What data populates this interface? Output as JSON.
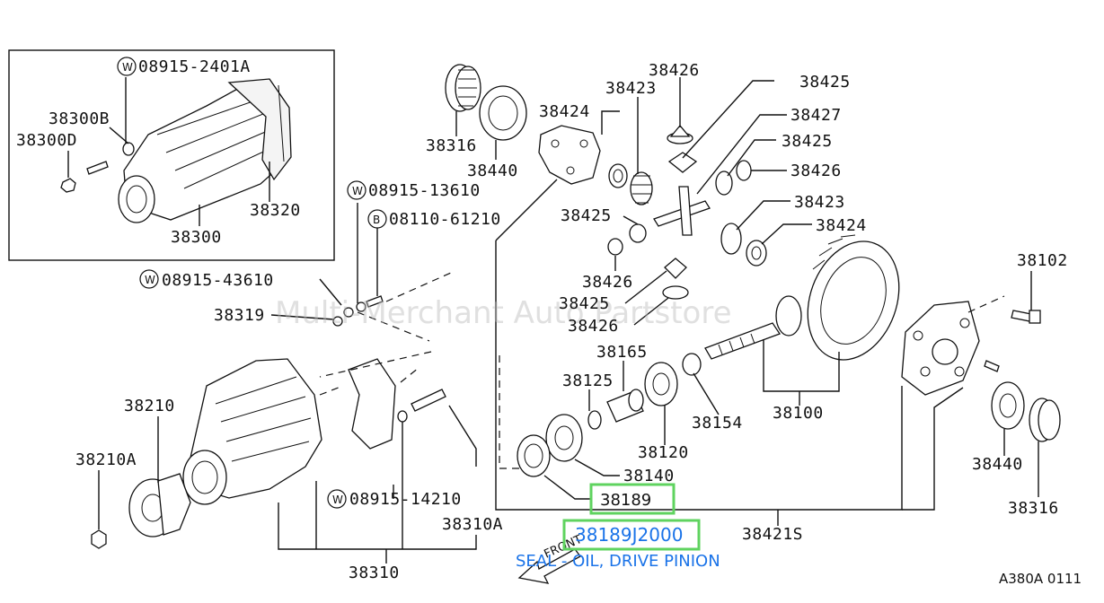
{
  "labels": {
    "p_38300B": "38300B",
    "p_38300D": "38300D",
    "p_08915_2401A": "08915-2401A",
    "p_38320": "38320",
    "p_38300": "38300",
    "p_38316_top": "38316",
    "p_38440_top": "38440",
    "p_38424_a": "38424",
    "p_38423_a": "38423",
    "p_38426_a": "38426",
    "p_38425_a": "38425",
    "p_38427": "38427",
    "p_38425_b": "38425",
    "p_38426_b": "38426",
    "p_38423_b": "38423",
    "p_38424_b": "38424",
    "p_38425_c": "38425",
    "p_38426_c": "38426",
    "p_38425_d": "38425",
    "p_38426_d": "38426",
    "p_08915_13610": "08915-13610",
    "p_08110_61210": "08110-61210",
    "p_08915_43610": "08915-43610",
    "p_38319": "38319",
    "p_38102": "38102",
    "p_38165": "38165",
    "p_38125": "38125",
    "p_38154": "38154",
    "p_38100": "38100",
    "p_38120": "38120",
    "p_38140": "38140",
    "p_38189": "38189",
    "p_38421S": "38421S",
    "p_38440_bot": "38440",
    "p_38316_bot": "38316",
    "p_38210": "38210",
    "p_38210A": "38210A",
    "p_08915_14210": "08915-14210",
    "p_38310A": "38310A",
    "p_38310": "38310",
    "diagram_code": "A380A 0111"
  },
  "circle_codes": {
    "w1": "W",
    "w2": "W",
    "b1": "B",
    "w3": "W",
    "w4": "W"
  },
  "highlight": {
    "part_number": "38189J2000",
    "description": "SEAL - OIL, DRIVE PINION",
    "front_label": "FRONT"
  },
  "watermark": "Multi-Merchant Auto Partstore",
  "colors": {
    "highlight_box": "#5fd35f",
    "highlight_text": "#1a73e8"
  }
}
